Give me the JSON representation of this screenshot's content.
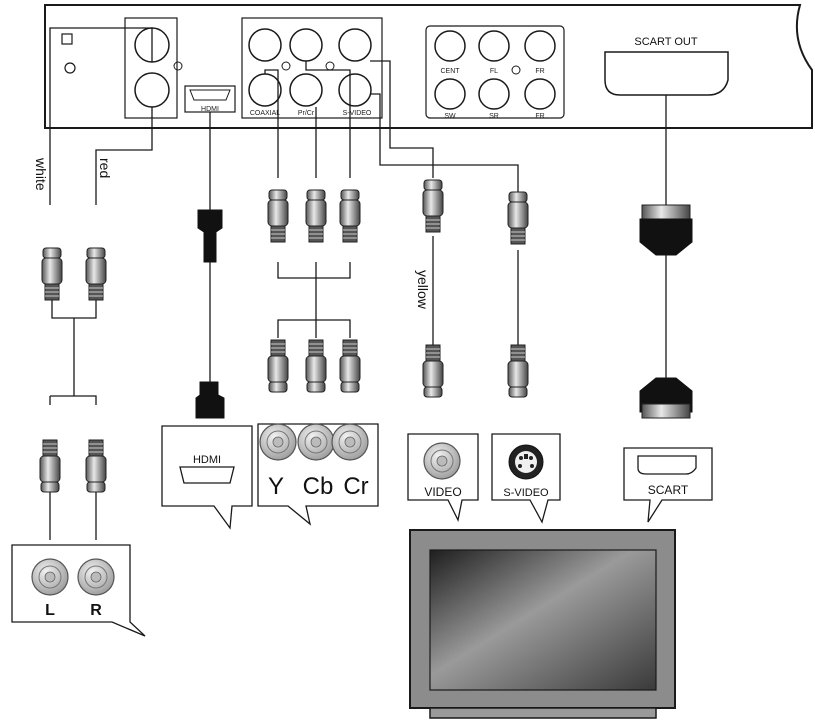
{
  "device": {
    "scart_out_label": "SCART OUT",
    "jack_labels": {
      "hdmi": "HDMI",
      "coaxial": "COAXIAL",
      "pr_cr": "Pr/Cr",
      "s_video": "S-VIDEO",
      "cent": "CENT",
      "fl": "FL",
      "fr": "FR",
      "sw": "SW",
      "sr": "SR",
      "sr2": "FR"
    }
  },
  "wires": {
    "white": "white",
    "red": "red",
    "yellow": "yellow"
  },
  "bubbles": {
    "audio": {
      "left": "L",
      "right": "R"
    },
    "hdmi": "HDMI",
    "component": {
      "y": "Y",
      "cb": "Cb",
      "cr": "Cr"
    },
    "video": "VIDEO",
    "svideo": "S-VIDEO",
    "scart": "SCART"
  },
  "colors": {
    "line": "#1a1a1a",
    "jack_gray": "#c8c8c8",
    "screen_dark": "#2a2a2a",
    "screen_light": "#d8d8d8"
  }
}
